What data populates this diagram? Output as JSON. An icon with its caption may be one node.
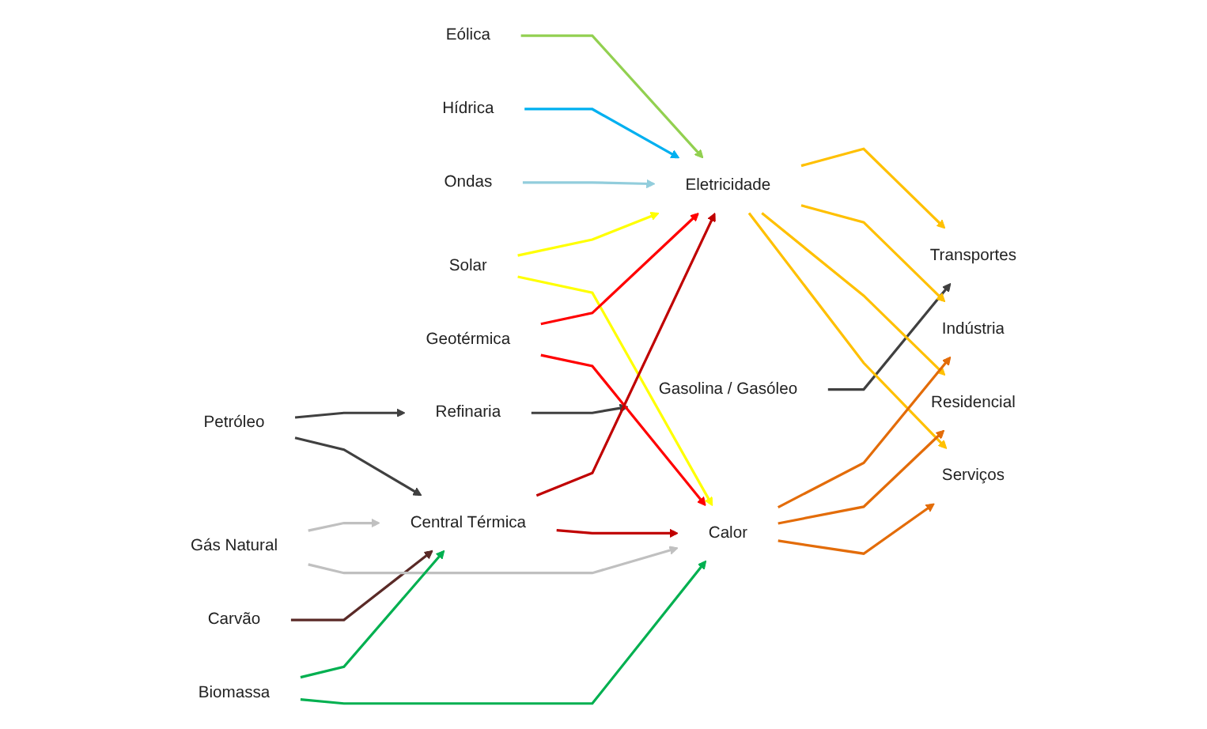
{
  "diagram": {
    "nodes": [
      {
        "text": [
          "Petróleo"
        ]
      },
      {
        "text": [
          "Carvão"
        ]
      },
      {
        "text": [
          "Gás Natural"
        ]
      },
      {
        "text": [
          "Biomassa"
        ]
      },
      {
        "text": [
          "Eólica"
        ]
      },
      {
        "text": [
          "Hídrica"
        ]
      },
      {
        "text": [
          "Ondas"
        ]
      },
      {
        "text": [
          "Solar"
        ]
      },
      {
        "text": [
          "Geotérmica"
        ]
      },
      {
        "text": [
          "Refinaria"
        ]
      },
      {
        "text": [
          "Central Térmica"
        ]
      },
      {
        "text": [
          "Gasolina / Gasóleo"
        ]
      },
      {
        "text": [
          "Eletricidade"
        ]
      },
      {
        "text": [
          "Calor"
        ]
      },
      {
        "text": [
          "Transportes"
        ]
      },
      {
        "text": [
          "Indústria"
        ]
      },
      {
        "text": [
          "Residencial"
        ]
      },
      {
        "text": [
          "Serviços"
        ]
      }
    ],
    "edges": [
      {
        "from": 0,
        "to": 9,
        "arrow": "to"
      },
      {
        "from": 9,
        "to": 11,
        "arrow": "to"
      },
      {
        "from": 11,
        "to": 14,
        "arrow": "to"
      },
      {
        "from": 0,
        "to": 10,
        "arrow": "to"
      },
      {
        "from": 1,
        "to": 10,
        "arrow": "to",
        "color": "#5a2a27"
      },
      {
        "from": 2,
        "to": 10,
        "arrow": "to",
        "color": "#c0c0c0"
      },
      {
        "from": 2,
        "to": 13,
        "arrow": "to",
        "color": "#c0c0c0"
      },
      {
        "from": 3,
        "to": 10,
        "arrow": "to",
        "color": "#00b050"
      },
      {
        "from": 3,
        "to": 13,
        "arrow": "to",
        "color": "#00b050"
      },
      {
        "from": 4,
        "to": 12,
        "arrow": "to",
        "color": "#92d050"
      },
      {
        "from": 5,
        "to": 12,
        "arrow": "to",
        "color": "#00b0f0"
      },
      {
        "from": 6,
        "to": 12,
        "arrow": "to",
        "color": "#92cddc"
      },
      {
        "from": 7,
        "to": 12,
        "arrow": "to",
        "color": "#ffff00"
      },
      {
        "from": 7,
        "to": 13,
        "arrow": "to",
        "color": "#ffff00"
      },
      {
        "from": 8,
        "to": 12,
        "arrow": "to",
        "color": "#ff0000"
      },
      {
        "from": 8,
        "to": 13,
        "arrow": "to",
        "color": "#ff0000"
      },
      {
        "from": 10,
        "to": 12,
        "arrow": "to",
        "color": "#c00000"
      },
      {
        "from": 10,
        "to": 13,
        "arrow": "to",
        "color": "#c00000"
      },
      {
        "from": 12,
        "to": 14,
        "arrow": "to",
        "color": "#ffc000"
      },
      {
        "from": 12,
        "to": 15,
        "arrow": "to",
        "color": "#ffc000"
      },
      {
        "from": 12,
        "to": 16,
        "arrow": "to",
        "color": "#ffc000"
      },
      {
        "from": 12,
        "to": 17,
        "arrow": "to",
        "color": "#ffc000"
      },
      {
        "from": 13,
        "to": 15,
        "arrow": "to",
        "color": "#e36c09"
      },
      {
        "from": 13,
        "to": 16,
        "arrow": "to",
        "color": "#e36c09"
      },
      {
        "from": 13,
        "to": 17,
        "arrow": "to",
        "color": "#e36c09"
      }
    ]
  }
}
